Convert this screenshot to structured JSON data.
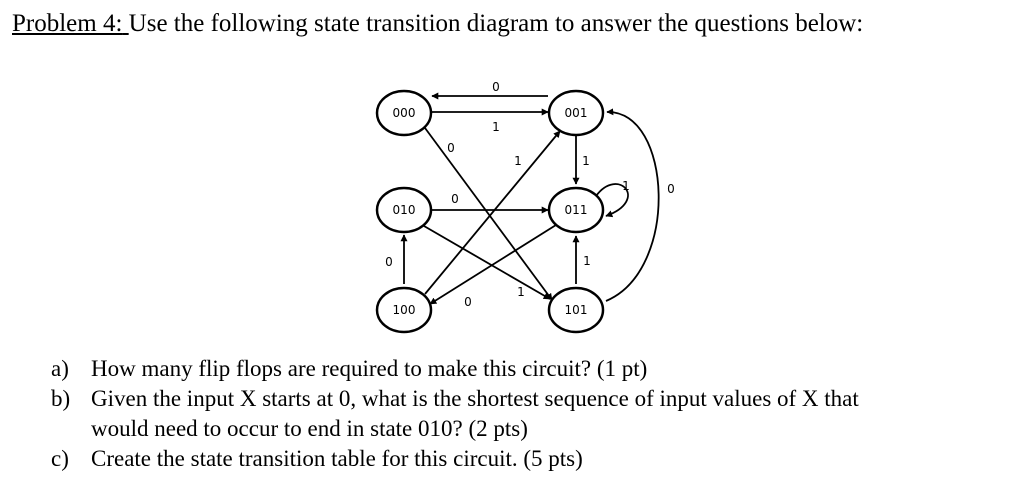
{
  "problem": {
    "label": "Problem 4:",
    "instruction": "Use the following state transition diagram to answer the questions below:"
  },
  "diagram": {
    "states": [
      {
        "id": "s000",
        "label": "000"
      },
      {
        "id": "s001",
        "label": "001"
      },
      {
        "id": "s010",
        "label": "010"
      },
      {
        "id": "s011",
        "label": "011"
      },
      {
        "id": "s100",
        "label": "100"
      },
      {
        "id": "s101",
        "label": "101"
      }
    ],
    "transitions": [
      {
        "id": "t001-000",
        "from": "001",
        "to": "000",
        "label": "0"
      },
      {
        "id": "t000-001",
        "from": "000",
        "to": "001",
        "label": "1"
      },
      {
        "id": "t000-101",
        "from": "000",
        "to": "101",
        "label": "0"
      },
      {
        "id": "t100-001",
        "from": "100",
        "to": "001",
        "label": "1"
      },
      {
        "id": "t001-011",
        "from": "001",
        "to": "011",
        "label": "1"
      },
      {
        "id": "t010-011",
        "from": "010",
        "to": "011",
        "label": "0"
      },
      {
        "id": "t011-011",
        "from": "011",
        "to": "011",
        "label": "1"
      },
      {
        "id": "t101-001",
        "from": "101",
        "to": "001",
        "label": "0"
      },
      {
        "id": "t100-010",
        "from": "100",
        "to": "010",
        "label": "0"
      },
      {
        "id": "t011-100",
        "from": "011",
        "to": "100",
        "label": "0"
      },
      {
        "id": "t010-101",
        "from": "010",
        "to": "101",
        "label": "1"
      },
      {
        "id": "t101-011",
        "from": "101",
        "to": "011",
        "label": "1"
      }
    ]
  },
  "questions": [
    {
      "marker": "a)",
      "lines": [
        "How many flip flops are required to make this circuit?  (1 pt)"
      ]
    },
    {
      "marker": "b)",
      "lines": [
        "Given the input X starts at 0, what is the shortest sequence of input values of X that",
        "would need to occur to end in state 010?  (2 pts)"
      ]
    },
    {
      "marker": "c)",
      "lines": [
        "Create the state transition table for this circuit.  (5 pts)"
      ]
    }
  ]
}
